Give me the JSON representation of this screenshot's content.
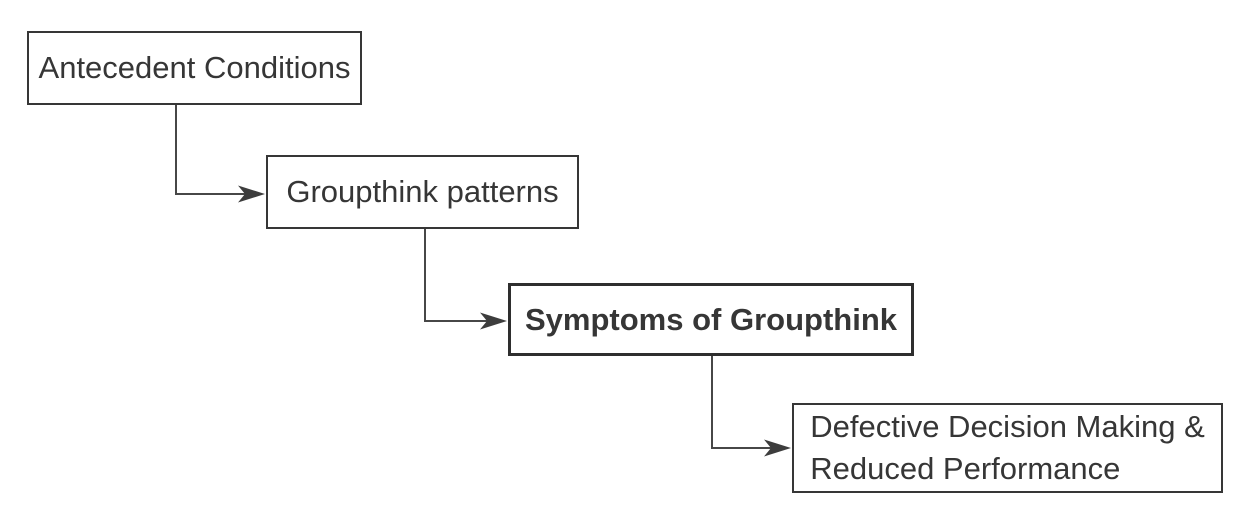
{
  "diagram": {
    "type": "flowchart",
    "background": "#ffffff",
    "colors": {
      "box_border": "#363636",
      "box_text": "#363636",
      "emphasis_border": "#2e2e2e",
      "connector": "#474747",
      "arrowhead": "#3d3d3d"
    },
    "nodes": [
      {
        "id": "antecedent-conditions",
        "label": "Antecedent Conditions",
        "lines": [
          "Antecedent Conditions"
        ],
        "emphasis": false
      },
      {
        "id": "groupthink-patterns",
        "label": "Groupthink patterns",
        "lines": [
          "Groupthink patterns"
        ],
        "emphasis": false
      },
      {
        "id": "symptoms-of-groupthink",
        "label": "Symptoms of Groupthink",
        "lines": [
          "Symptoms of Groupthink"
        ],
        "emphasis": true
      },
      {
        "id": "defective-decision-making",
        "label": "Defective Decision Making & Reduced Performance",
        "lines": [
          "Defective Decision Making &",
          "Reduced Performance"
        ],
        "emphasis": false
      }
    ],
    "edges": [
      {
        "from": "antecedent-conditions",
        "to": "groupthink-patterns"
      },
      {
        "from": "groupthink-patterns",
        "to": "symptoms-of-groupthink"
      },
      {
        "from": "symptoms-of-groupthink",
        "to": "defective-decision-making"
      }
    ]
  }
}
